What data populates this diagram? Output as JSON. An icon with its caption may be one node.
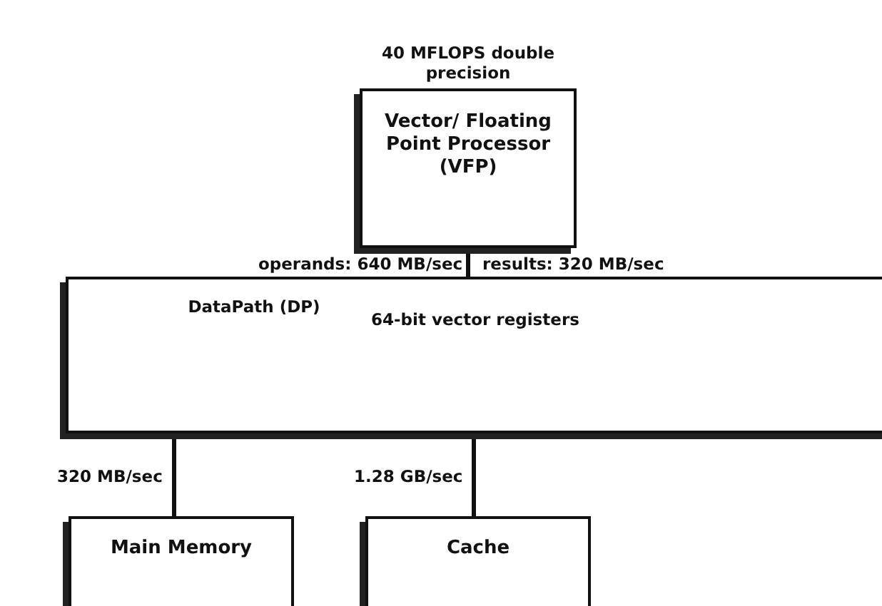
{
  "diagram": {
    "nodes": [
      {
        "text": [
          "Vector/ Floating Point Processor (VFP)"
        ],
        "beside": [
          "40 MFLOPS double precision"
        ]
      },
      {
        "text": [
          "DataPath (DP)",
          "64-bit vector registers"
        ]
      },
      {
        "text": [
          "Main Memory"
        ]
      },
      {
        "text": [
          "Cache"
        ]
      }
    ],
    "edges": [
      {
        "from": 0,
        "to": 1,
        "arrow": "none"
      },
      {
        "from": 1,
        "to": 2,
        "arrow": "none",
        "label": "320 MB/sec"
      },
      {
        "from": 1,
        "to": 3,
        "arrow": "none",
        "label": "1.28 GB/sec"
      }
    ],
    "labels": [
      "operands: 640 MB/sec",
      "results: 320 MB/sec"
    ]
  }
}
